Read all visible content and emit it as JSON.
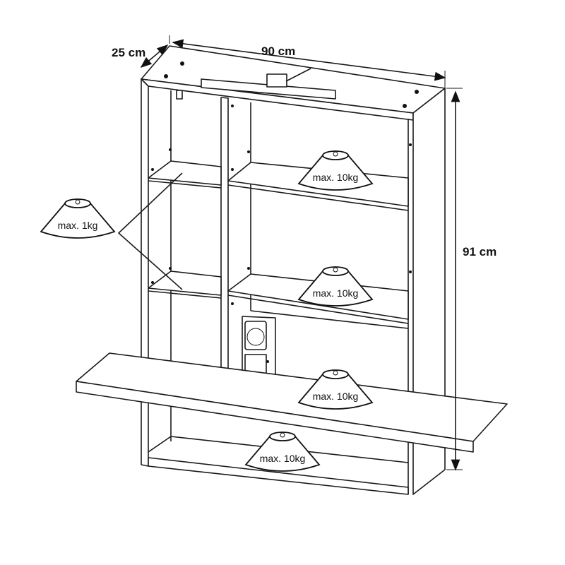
{
  "dimensions": {
    "depth": "25 cm",
    "width": "90 cm",
    "height": "91 cm"
  },
  "load_labels": {
    "side_shelves": "max. 1kg",
    "upper_shelf": "max. 10kg",
    "middle_shelf": "max. 10kg",
    "lower_shelf": "max. 10kg",
    "bottom_shelf": "max. 10kg"
  }
}
